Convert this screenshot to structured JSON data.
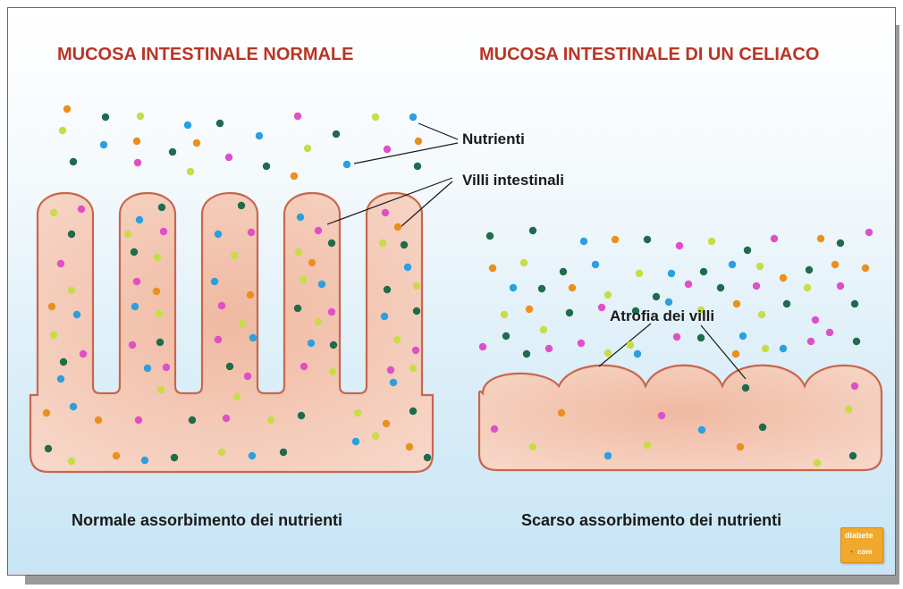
{
  "titles": {
    "normal": "MUCOSA INTESTINALE NORMALE",
    "celiac": "MUCOSA INTESTINALE DI UN CELIACO"
  },
  "labels": {
    "nutrients": "Nutrienti",
    "villi": "Villi intestinali",
    "atrophy": "Atrofia dei villi"
  },
  "captions": {
    "normal": "Normale assorbimento dei nutrienti",
    "celiac": "Scarso assorbimento dei nutrienti"
  },
  "logo": {
    "top": "diabete",
    "dot": ".",
    "com": "com"
  },
  "colors": {
    "title": "#b93524",
    "tissue": "#f1c3b0",
    "tissue_outline": "#c7674c",
    "dot_palette": [
      "#eb8f1d",
      "#1f6b4c",
      "#c8dc47",
      "#2b9fe0",
      "#e04fc8"
    ]
  }
}
